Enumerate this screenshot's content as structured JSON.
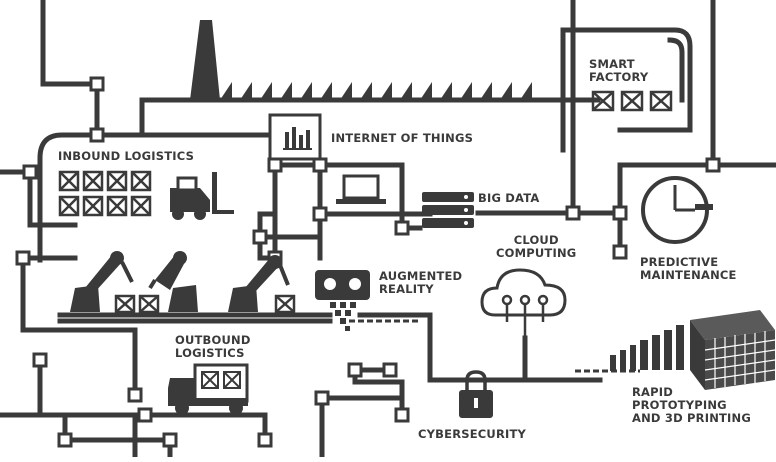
{
  "labels": {
    "smart_factory": "SMART\nFACTORY",
    "internet_of_things": "INTERNET OF THINGS",
    "inbound_logistics": "INBOUND LOGISTICS",
    "big_data": "BIG DATA",
    "cloud_computing": "CLOUD\nCOMPUTING",
    "predictive_maintenance": "PREDICTIVE\nMAINTENANCE",
    "augmented_reality": "AUGMENTED\nREALITY",
    "outbound_logistics": "OUTBOUND\nLOGISTICS",
    "rapid_prototyping": "RAPID\nPROTOTYPING\nAND 3D PRINTING",
    "cybersecurity": "CYBERSECURITY"
  },
  "colors": {
    "ink": "#3a3a3a",
    "background": "#ffffff"
  }
}
